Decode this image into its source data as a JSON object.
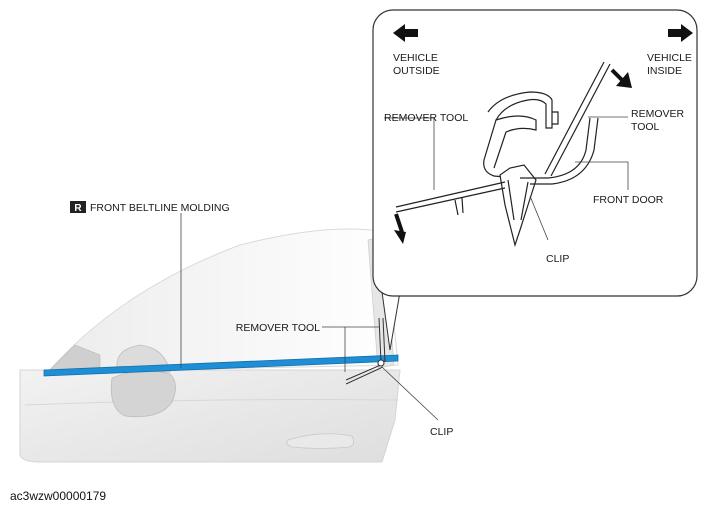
{
  "detail_labels": {
    "vehicle_outside": [
      "VEHICLE",
      "OUTSIDE"
    ],
    "vehicle_inside": [
      "VEHICLE",
      "INSIDE"
    ],
    "remover_tool_left": "REMOVER TOOL",
    "remover_tool_right": [
      "REMOVER",
      "TOOL"
    ],
    "front_door": "FRONT DOOR",
    "clip": "CLIP"
  },
  "main_labels": {
    "badge": "R",
    "front_beltline_molding": "FRONT BELTLINE MOLDING",
    "remover_tool": "REMOVER TOOL",
    "clip": "CLIP"
  },
  "reference_code": "ac3wzw00000179",
  "colors": {
    "molding_blue": "#1e8fd6",
    "line": "#333333",
    "car_shade": "#e4e4e4"
  }
}
